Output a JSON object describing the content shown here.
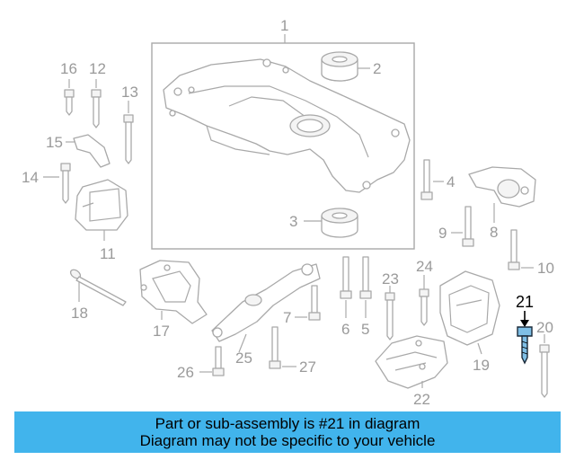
{
  "callouts": [
    "1",
    "2",
    "3",
    "4",
    "5",
    "6",
    "7",
    "8",
    "9",
    "10",
    "11",
    "12",
    "13",
    "14",
    "15",
    "16",
    "17",
    "18",
    "19",
    "20",
    "21",
    "22",
    "23",
    "24",
    "25",
    "26",
    "27"
  ],
  "highlighted_part": "21",
  "banner": {
    "line1": "Part or sub-assembly is #21 in diagram",
    "line2": "Diagram may not be specific to your vehicle"
  },
  "colors": {
    "banner": "#41b4ec",
    "highlight": "#7fbfe6",
    "linework": "#a9a9a9"
  }
}
